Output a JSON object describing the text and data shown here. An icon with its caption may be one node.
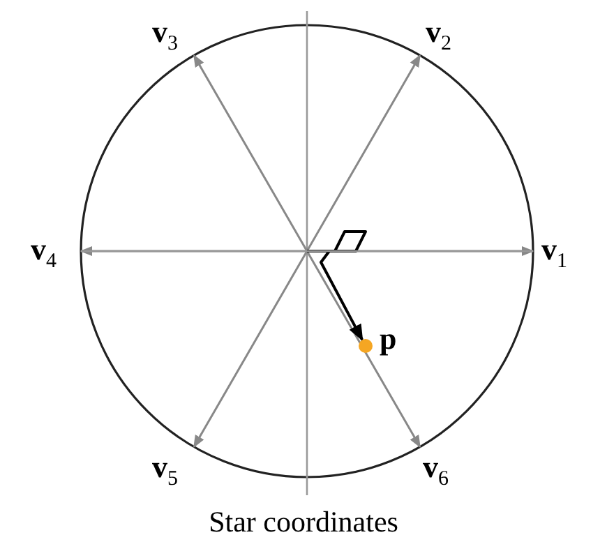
{
  "diagram": {
    "caption": "Star coordinates",
    "nodes": [
      {
        "text": [
          "v$_{3}$"
        ]
      },
      {
        "text": [
          "v$_{2}$"
        ]
      },
      {
        "text": [
          "v$_{4}$"
        ]
      },
      {
        "text": [
          "v$_{1}$"
        ]
      },
      {
        "text": [],
        "shape": "circle",
        "beside": [
          "p"
        ]
      },
      {
        "text": [
          "v$_{5}$"
        ]
      },
      {
        "text": [
          "v$_{6}$"
        ]
      }
    ],
    "edges": [
      {
        "from": null,
        "to": 3,
        "arrow": "to"
      },
      {
        "from": null,
        "to": 1,
        "arrow": "to"
      },
      {
        "from": null,
        "to": 0,
        "arrow": "to"
      },
      {
        "from": null,
        "to": 2,
        "arrow": "to"
      },
      {
        "from": null,
        "to": 5,
        "arrow": "to"
      },
      {
        "from": null,
        "to": 6,
        "arrow": "to"
      },
      {
        "from": null,
        "to": 4,
        "arrow": "to",
        "color": "#000000"
      }
    ]
  }
}
